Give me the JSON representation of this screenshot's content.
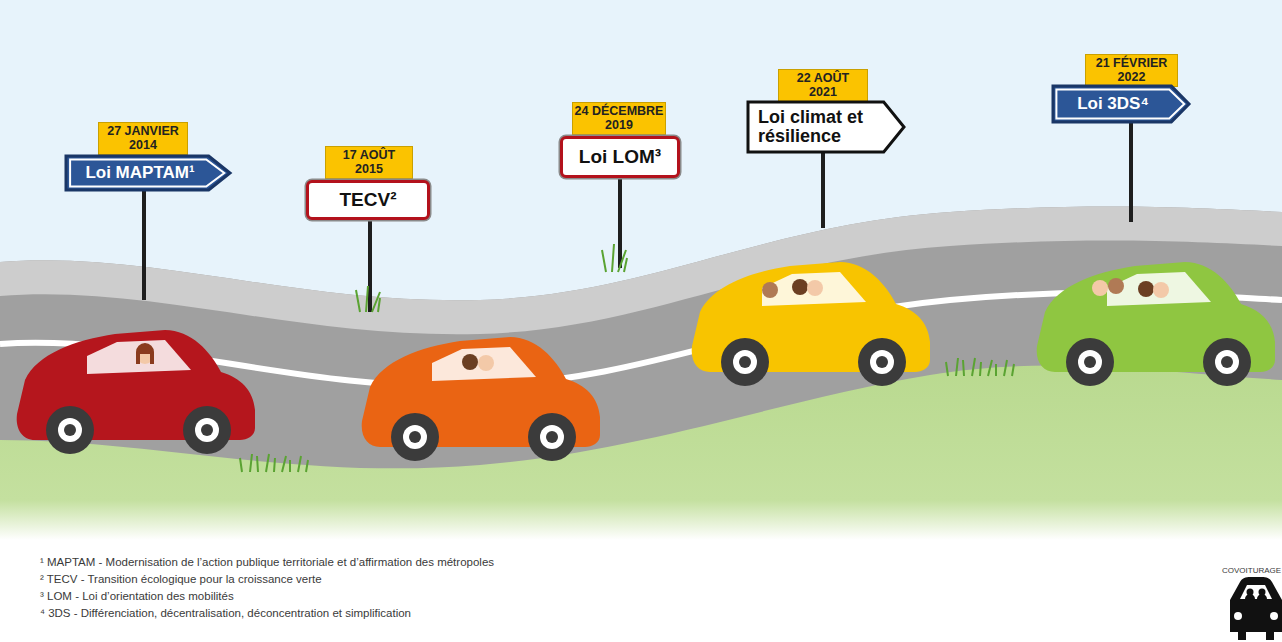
{
  "diagram": {
    "nodes": [
      {
        "text": [
          "27 JANVIER 2014"
        ]
      },
      {
        "text": [
          "Loi MAPTAM¹"
        ]
      },
      {
        "text": [
          "17 AOÛT 2015"
        ]
      },
      {
        "text": [
          "TECV²"
        ]
      },
      {
        "text": [
          "24 DÉCEMBRE 2019"
        ]
      },
      {
        "text": [
          "Loi LOM³"
        ]
      },
      {
        "text": [
          "22 AOÛT 2021"
        ]
      },
      {
        "text": [
          "Loi climat et résilience"
        ]
      },
      {
        "text": [
          "21 FÉVRIER 2022"
        ]
      },
      {
        "text": [
          "Loi 3DS⁴"
        ]
      }
    ],
    "labels": [
      "¹ MAPTAM - Modernisation de l’action publique territoriale et d’affirmation des métropoles",
      "² TECV - Transition écologique pour la croissance verte",
      "³ LOM - Loi d’orientation des mobilités",
      "⁴ 3DS - Différenciation, décentralisation, déconcentration et simplification",
      "COVOITURAGE"
    ]
  }
}
